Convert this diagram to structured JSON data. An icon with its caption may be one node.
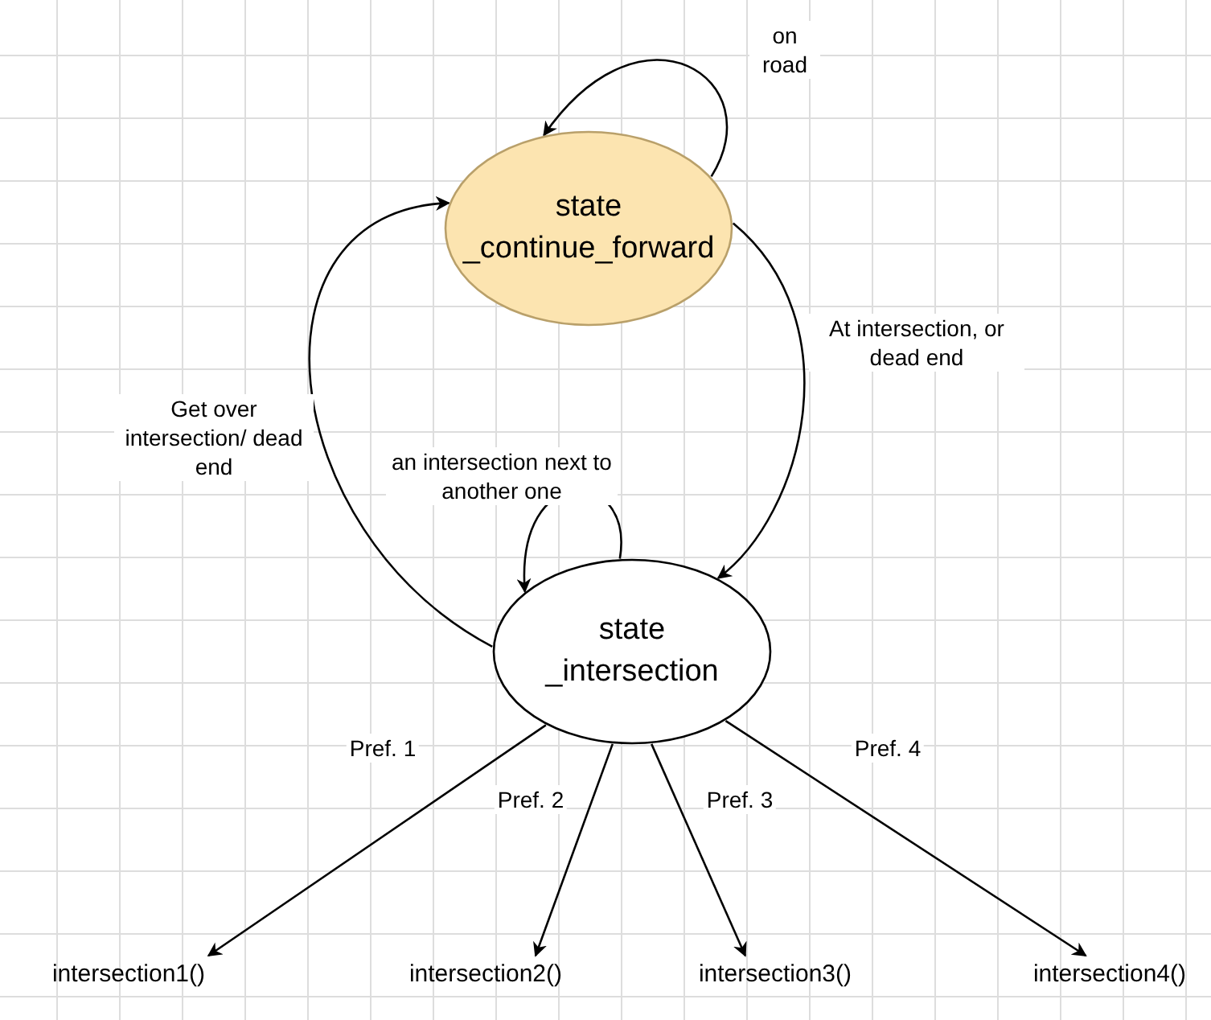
{
  "diagram": {
    "nodes": [
      {
        "text": [
          "state _continue_forward"
        ]
      },
      {
        "text": [
          "state _intersection"
        ]
      },
      {
        "text": [
          "intersection1()"
        ]
      },
      {
        "text": [
          "intersection2()"
        ]
      },
      {
        "text": [
          "intersection3()"
        ]
      },
      {
        "text": [
          "intersection4()"
        ]
      }
    ],
    "edges": [
      {
        "from": 0,
        "to": 0,
        "arrow": "to",
        "label": "on road"
      },
      {
        "from": 0,
        "to": 1,
        "arrow": "to",
        "label": "At intersection, or dead end"
      },
      {
        "from": 1,
        "to": 0,
        "arrow": "to",
        "label": "Get over intersection/ dead end"
      },
      {
        "from": 1,
        "to": 1,
        "arrow": "to",
        "label": "an intersection next to another one"
      },
      {
        "from": 1,
        "to": 2,
        "arrow": "to",
        "label": "Pref. 1"
      },
      {
        "from": 1,
        "to": 3,
        "arrow": "to",
        "label": "Pref. 2"
      },
      {
        "from": 1,
        "to": 4,
        "arrow": "to",
        "label": "Pref. 3"
      },
      {
        "from": 1,
        "to": 5,
        "arrow": "to",
        "label": "Pref. 4"
      }
    ]
  }
}
